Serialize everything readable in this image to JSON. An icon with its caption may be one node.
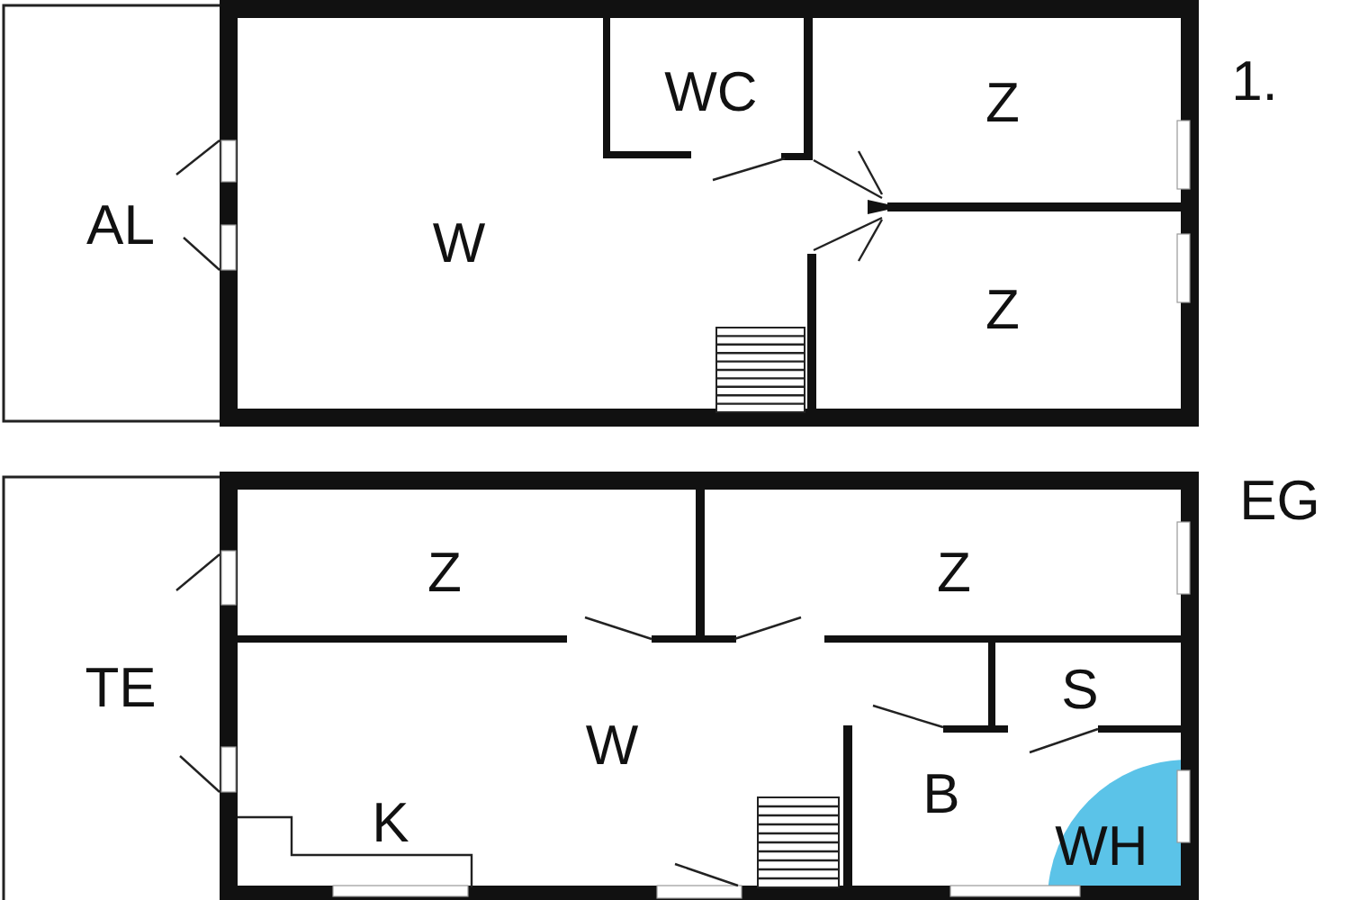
{
  "diagram": {
    "labels": [
      "WC",
      "Z",
      "1.",
      "AL",
      "W",
      "Z",
      "Z",
      "Z",
      "EG",
      "TE",
      "S",
      "W",
      "B",
      "K",
      "WH"
    ]
  }
}
